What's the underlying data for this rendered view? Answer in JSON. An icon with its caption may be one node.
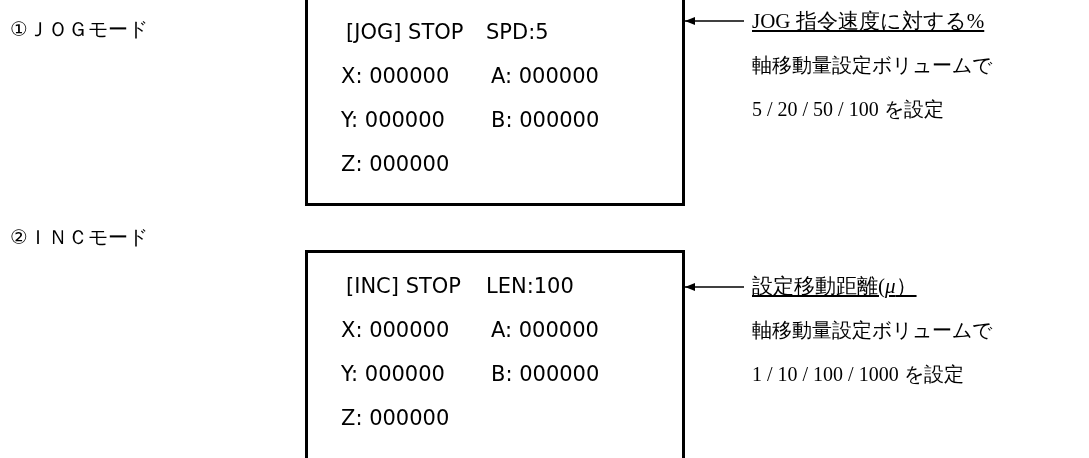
{
  "diagram": {
    "nodes": [
      {
        "text": [
          "[JOG] STOP",
          "SPD:5",
          "X: 000000",
          "A: 000000",
          "Y: 000000",
          "B: 000000",
          "Z: 000000"
        ]
      },
      {
        "text": [
          "JOG 指令速度に対する%",
          "軸移動量設定ボリュームで",
          "5 / 20 / 50 / 100 を設定"
        ]
      },
      {
        "text": [
          "[INC] STOP",
          "LEN:100",
          "X: 000000",
          "A: 000000",
          "Y: 000000",
          "B: 000000",
          "Z: 000000"
        ]
      },
      {
        "text": [
          "設定移動距離(*μ*）",
          "軸移動量設定ボリュームで",
          "1 / 10 / 100 / 1000 を設定"
        ]
      }
    ],
    "edges": [
      {
        "from": 1,
        "to": 0,
        "arrow": "to"
      },
      {
        "from": 3,
        "to": 2,
        "arrow": "to"
      }
    ],
    "labels": [
      "①ＪＯＧモード",
      "②ＩＮＣモード"
    ]
  }
}
